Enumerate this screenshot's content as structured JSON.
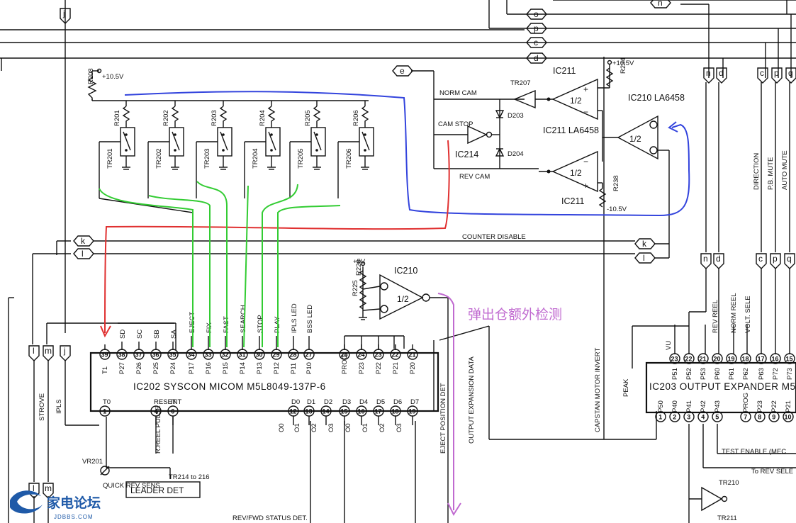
{
  "ic202": {
    "name": "IC202  SYSCON MICOM  M5L8049-137P-6",
    "top_pins": [
      {
        "num": "39",
        "name": "T1"
      },
      {
        "num": "38",
        "name": "P27"
      },
      {
        "num": "37",
        "name": "P26"
      },
      {
        "num": "36",
        "name": "P25"
      },
      {
        "num": "35",
        "name": "P24"
      },
      {
        "num": "34",
        "name": "P17"
      },
      {
        "num": "33",
        "name": "P16"
      },
      {
        "num": "32",
        "name": "P15"
      },
      {
        "num": "31",
        "name": "P14"
      },
      {
        "num": "30",
        "name": "P13"
      },
      {
        "num": "29",
        "name": "P12"
      },
      {
        "num": "28",
        "name": "P11"
      },
      {
        "num": "27",
        "name": "P10"
      },
      {
        "num": "25",
        "name": "PROG"
      },
      {
        "num": "24",
        "name": "P23"
      },
      {
        "num": "23",
        "name": "P22"
      },
      {
        "num": "22",
        "name": "P21"
      },
      {
        "num": "21",
        "name": "P20"
      }
    ],
    "bottom_pins": [
      {
        "num": "1",
        "name": "T0"
      },
      {
        "num": "4",
        "name": "RESET"
      },
      {
        "num": "6",
        "name": "INT"
      },
      {
        "num": "12",
        "name": "D0"
      },
      {
        "num": "13",
        "name": "D1"
      },
      {
        "num": "14",
        "name": "D2"
      },
      {
        "num": "15",
        "name": "D3"
      },
      {
        "num": "16",
        "name": "D4"
      },
      {
        "num": "17",
        "name": "D5"
      },
      {
        "num": "18",
        "name": "D6"
      },
      {
        "num": "19",
        "name": "D7"
      }
    ],
    "top_signals": [
      "SD",
      "SC",
      "SB",
      "SA",
      "EJECT",
      "FIX",
      "FAST",
      "SEARCH",
      "STOP",
      "PLAY",
      "IPLS LED",
      "BSS LED"
    ],
    "bottom_signals": [
      "R.REEL PULSE",
      "O0",
      "O1",
      "O2",
      "O3",
      "O0",
      "O1",
      "O2",
      "O3"
    ]
  },
  "ic203": {
    "name": "IC203 OUTPUT EXPANDER M5L824",
    "top_pins": [
      {
        "num": "23",
        "name": "P51"
      },
      {
        "num": "22",
        "name": "P52"
      },
      {
        "num": "21",
        "name": "P53"
      },
      {
        "num": "20",
        "name": "P60"
      },
      {
        "num": "19",
        "name": "P61"
      },
      {
        "num": "18",
        "name": "P62"
      },
      {
        "num": "17",
        "name": "P63"
      },
      {
        "num": "16",
        "name": "P72"
      },
      {
        "num": "15",
        "name": "P73"
      }
    ],
    "bottom_pins": [
      {
        "num": "1",
        "name": "P50"
      },
      {
        "num": "2",
        "name": "P40"
      },
      {
        "num": "3",
        "name": "P41"
      },
      {
        "num": "4",
        "name": "P42"
      },
      {
        "num": "5",
        "name": "P43"
      },
      {
        "num": "7",
        "name": "PROG"
      },
      {
        "num": "8",
        "name": "P23"
      },
      {
        "num": "9",
        "name": "P22"
      },
      {
        "num": "10",
        "name": "P21"
      }
    ],
    "top_signals": [
      "VU",
      "REV REEL",
      "NORM REEL",
      "VOLT. SELE",
      "DIRECTION",
      "P.B. MUTE",
      "AUTO MUTE"
    ]
  },
  "resistors": [
    "R201",
    "R202",
    "R203",
    "R204",
    "R205",
    "R206",
    "R208",
    "R234",
    "R238",
    "R225",
    "R226"
  ],
  "transistors": [
    "TR201",
    "TR202",
    "TR203",
    "TR204",
    "TR205",
    "TR206",
    "TR207",
    "TR210",
    "TR211"
  ],
  "diodes": [
    "D203",
    "D204"
  ],
  "opamps": [
    "IC211",
    "IC211 LA6458",
    "IC211",
    "IC210 LA6458",
    "IC210"
  ],
  "inverter": "IC214",
  "half_labels": [
    "1/2",
    "1/2",
    "1/2",
    "1/2"
  ],
  "supplies": [
    "+10.5V",
    "+10.5V",
    "-10.5V",
    "+5V"
  ],
  "bus_letters": [
    "j",
    "o",
    "p",
    "c",
    "d",
    "n",
    "e",
    "k",
    "l",
    "k",
    "l",
    "n",
    "d",
    "c",
    "p",
    "q",
    "n",
    "d",
    "c",
    "p",
    "q",
    "l",
    "m",
    "j",
    "l",
    "m"
  ],
  "nets": {
    "norm_cam": "NORM CAM",
    "cam_stop": "CAM STOP",
    "rev_cam": "REV CAM",
    "counter_disable": "COUNTER DISABLE",
    "strove": "STROVE",
    "ipls": "IPLS",
    "eject_pos": "EJECT POSITION DET",
    "output_exp": "OUTPUT EXPANSION DATA",
    "capstan": "CAPSTAN MOTOR INVERT",
    "peak": "PEAK",
    "test_enable": "TEST ENABLE (MEC",
    "to_rev": "To REV SELE",
    "rev_fwd": "REV/FWD STATUS DET.",
    "tr214": "TR214 to 216",
    "vr201": "VR201",
    "quick_rev_sens": "QUICK REV SENS",
    "leader_det": "LEADER DET"
  },
  "annotation": "弹出仓额外检测",
  "logo": {
    "name": "家电论坛",
    "url": "JDBBS.COM"
  },
  "colors": {
    "blue": "#3344dd",
    "green": "#33cc33",
    "red": "#e03030",
    "magenta": "#c06ad0"
  }
}
